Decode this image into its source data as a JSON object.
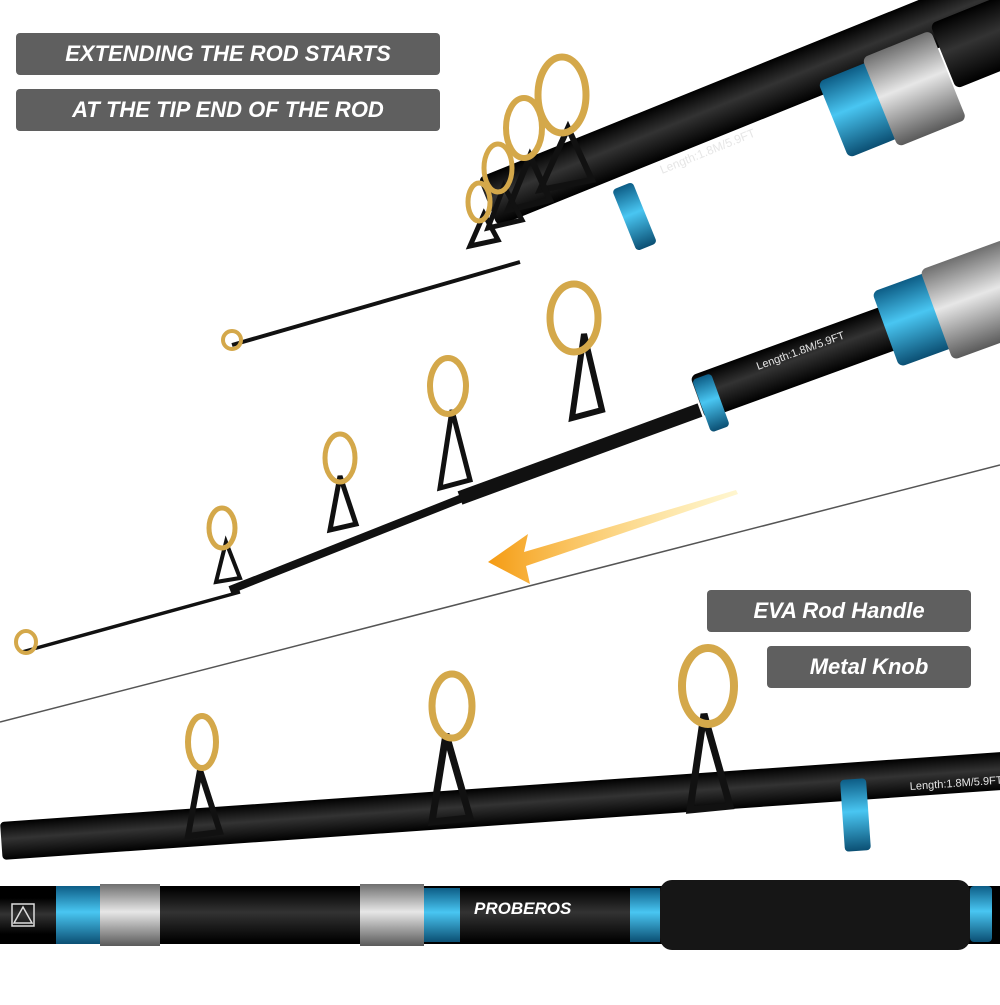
{
  "labels": {
    "line1": "EXTENDING THE ROD STARTS",
    "line2": "AT THE TIP END OF THE ROD",
    "handle": "EVA Rod Handle",
    "knob": "Metal Knob"
  },
  "rod": {
    "length_text": "Length:1.8M/5.9FT",
    "brand": "PROBEROS"
  },
  "colors": {
    "accent_blue": "#27a6da",
    "guide_gold": "#d4a84a",
    "arrow_orange": "#f7a21b",
    "label_bg": "#5f5f5f"
  }
}
